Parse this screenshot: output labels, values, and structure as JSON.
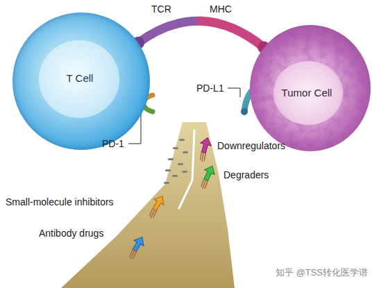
{
  "diagram": {
    "nodes": [
      {
        "text": [
          "T Cell"
        ]
      },
      {
        "text": [
          "Tumor Cell"
        ]
      }
    ],
    "edges": [
      {
        "from": 0,
        "to": 1,
        "arrow": "none"
      }
    ],
    "labels": [
      "TCR",
      "MHC",
      "PD-1",
      "PD-L1",
      "Downregulators",
      "Degraders",
      "Small-molecule inhibitors",
      "Antibody drugs",
      "知乎 @TSS转化医学谱"
    ]
  }
}
